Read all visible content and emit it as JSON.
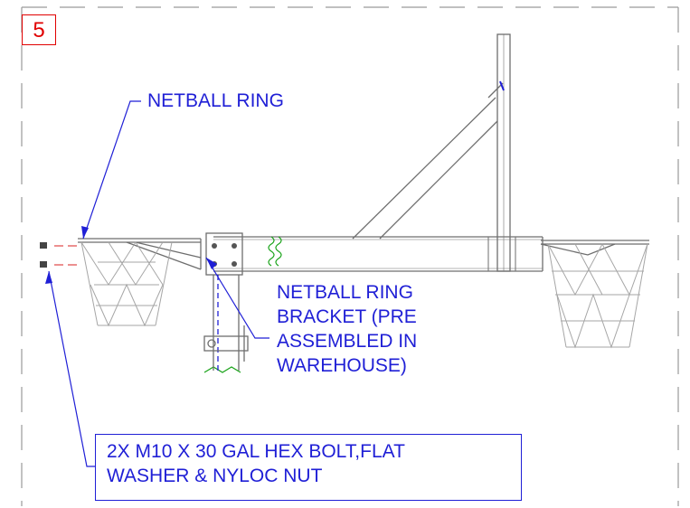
{
  "step_number": "5",
  "labels": {
    "netball_ring": "NETBALL RING",
    "ring_bracket": [
      "NETBALL RING",
      "BRACKET (PRE",
      "ASSEMBLED IN",
      "WAREHOUSE)"
    ],
    "bolt_kit": [
      "2X M10 X 30 GAL HEX BOLT,FLAT",
      "WASHER  & NYLOC NUT"
    ]
  },
  "colors": {
    "label": "#1f1fd6",
    "step_box": "#e00000",
    "line_art": "#6e6e6e",
    "net": "#a6a6a6",
    "frame": "#9a9a9a",
    "bolt_line": "#d82020",
    "weld_mark": "#19a319"
  }
}
